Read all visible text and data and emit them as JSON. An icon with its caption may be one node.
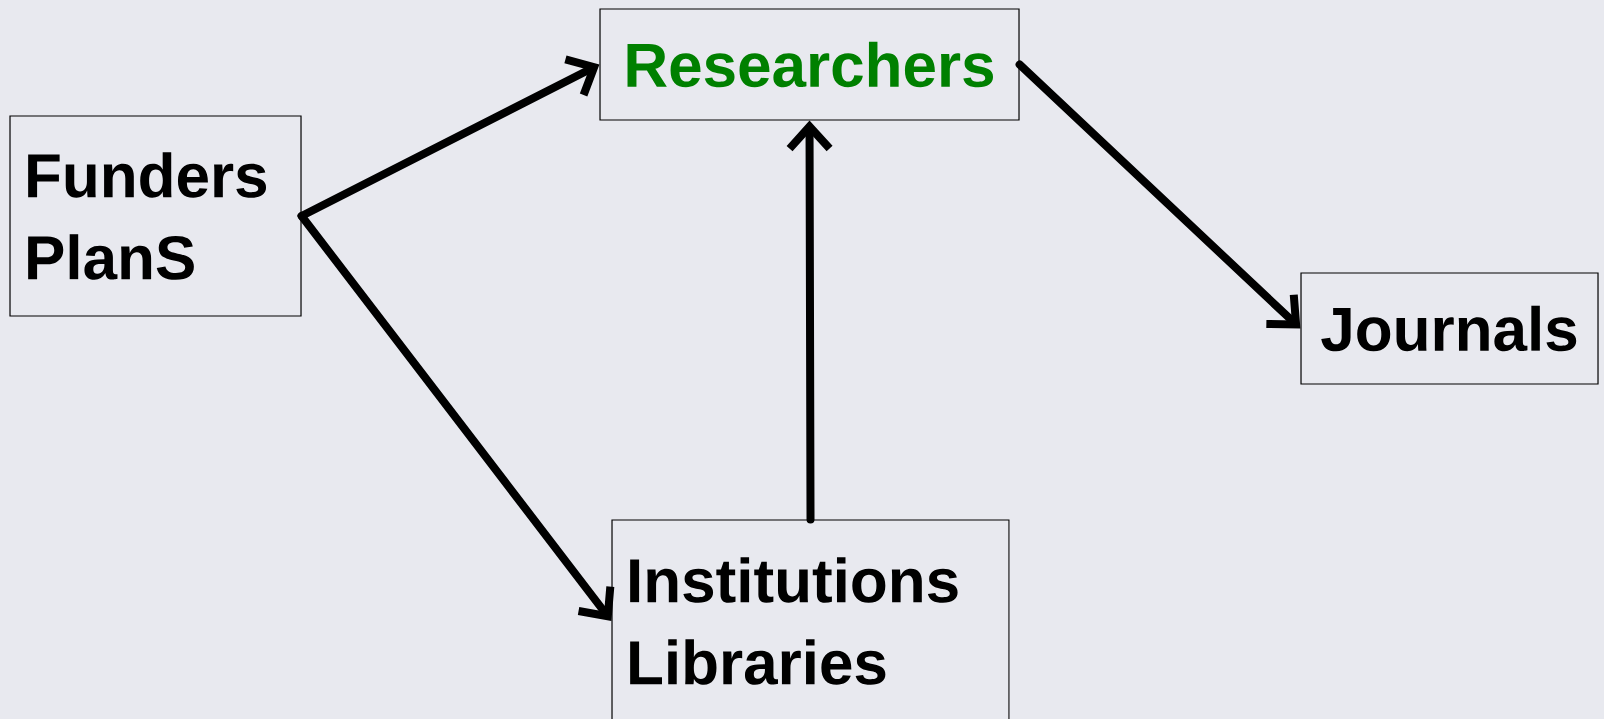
{
  "diagram": {
    "nodes": [
      {
        "text": [
          "Funders",
          "PlanS"
        ]
      },
      {
        "text": [
          "Researchers"
        ]
      },
      {
        "text": [
          "Journals"
        ]
      },
      {
        "text": [
          "Institutions",
          "Libraries"
        ]
      }
    ],
    "edges": [
      {
        "from": 0,
        "to": 1,
        "arrow": "to"
      },
      {
        "from": 0,
        "to": 3,
        "arrow": "to"
      },
      {
        "from": 3,
        "to": 1,
        "arrow": "to"
      },
      {
        "from": 1,
        "to": 2,
        "arrow": "to"
      }
    ]
  }
}
